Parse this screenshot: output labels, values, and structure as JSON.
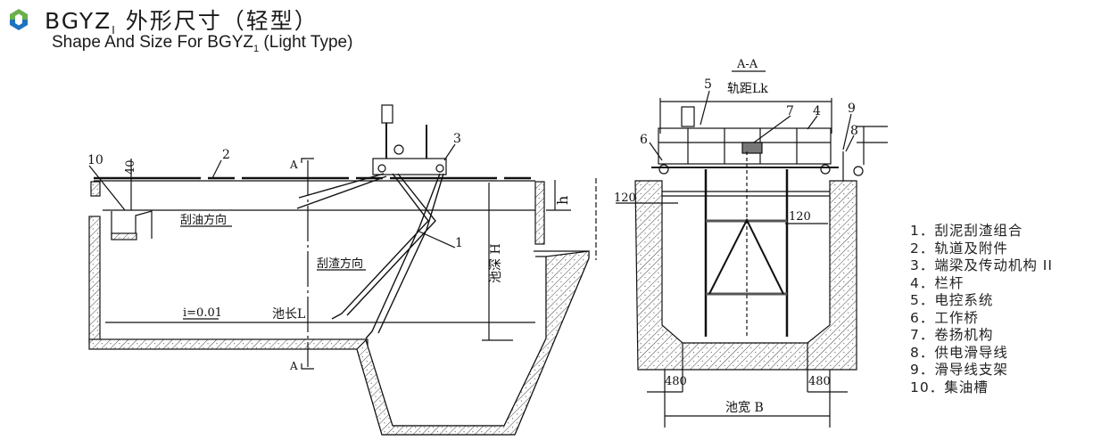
{
  "header": {
    "title_prefix": "BGYZ",
    "title_sub": "I",
    "title_rest": "外形尺寸（轻型）",
    "subtitle_prefix": "Shape And Size For BGYZ",
    "subtitle_sub": "1",
    "subtitle_rest": " (Light Type)",
    "logo_icon": "company-logo-icon",
    "logo_colors": [
      "#1e73be",
      "#6ab04c"
    ]
  },
  "side_view": {
    "labels": {
      "item10": "10",
      "dim40": "40",
      "item2": "2",
      "item3": "3",
      "item1": "1",
      "section_a_top": "A",
      "section_a_bottom": "A",
      "oil_direction": "刮油方向",
      "scum_direction": "刮渣方向",
      "slope": "i=0.01",
      "length": "池长L",
      "depth": "池深 H",
      "freeboard": "h"
    }
  },
  "section_view": {
    "labels": {
      "section_title": "A-A",
      "track_gauge": "轨距Lk",
      "item5": "5",
      "item7": "7",
      "item4": "4",
      "item6": "6",
      "item9": "9",
      "item8": "8",
      "dim120_left": "120",
      "dim120_right": "120",
      "dim480_left": "480",
      "dim480_right": "480",
      "width": "池宽 B"
    }
  },
  "legend": {
    "items": [
      "1．刮泥刮渣组合",
      "2．轨道及附件",
      "3．端梁及传动机构 II",
      "4．栏杆",
      "5．电控系统",
      "6．工作桥",
      "7．卷扬机构",
      "8．供电滑导线",
      "9．滑导线支架",
      "10．集油槽"
    ]
  }
}
